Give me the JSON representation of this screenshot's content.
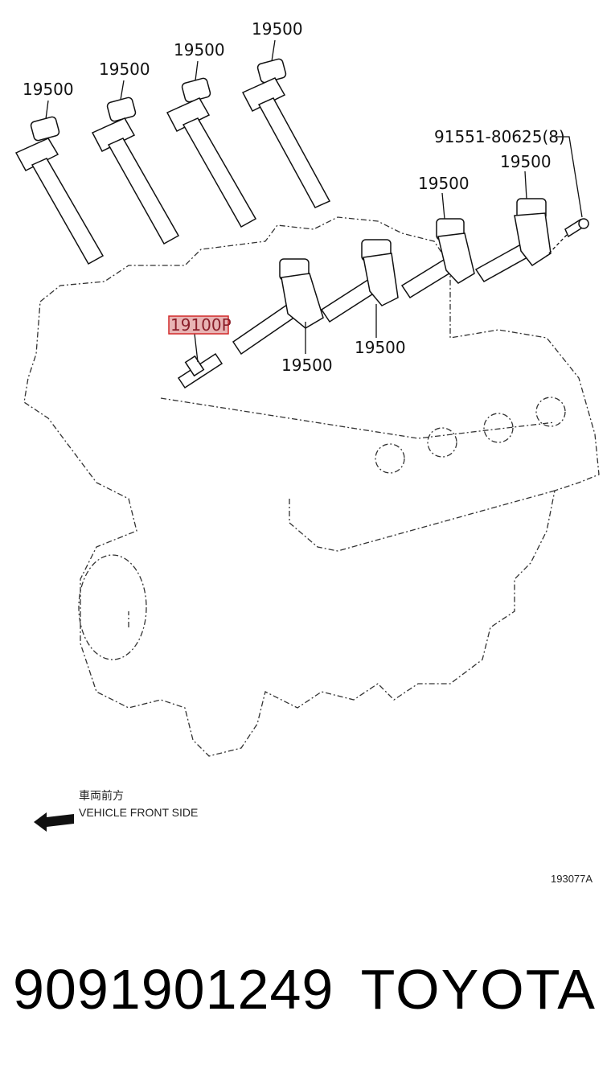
{
  "labels": {
    "coil_1": "19500",
    "coil_2": "19500",
    "coil_3": "19500",
    "coil_4": "19500",
    "coil_5": "19500",
    "coil_6": "19500",
    "coil_7": "19500",
    "coil_8": "19500",
    "bolt": "91551-80625(8)",
    "spark_plug": "19100P"
  },
  "direction": {
    "japanese": "車両前方",
    "english": "VEHICLE FRONT SIDE"
  },
  "diagram_code": "193077A",
  "footer": {
    "part_number": "9091901249",
    "brand": "TOYOTA"
  },
  "colors": {
    "highlight_fill": "#e8b4b4",
    "highlight_stroke": "#d22a2a"
  }
}
